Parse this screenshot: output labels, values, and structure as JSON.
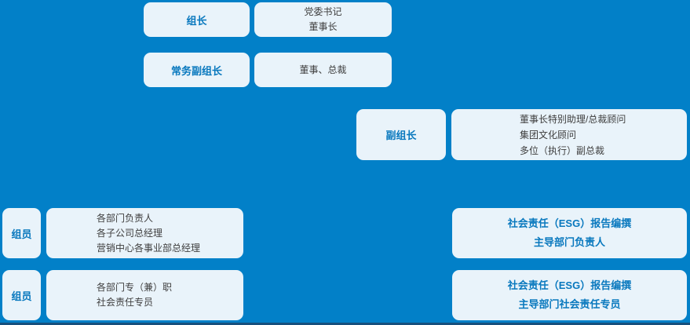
{
  "colors": {
    "background": "#0280C8",
    "box_fill": "#E9F3FA",
    "accent_text": "#0878BE",
    "body_text": "#3E3E3E",
    "bottom_edge_line": "#17507D"
  },
  "org_chart": {
    "leader": {
      "role": "组长",
      "holders": [
        "党委书记",
        "董事长"
      ]
    },
    "executive_deputy_leader": {
      "role": "常务副组长",
      "holders": [
        "董事、总裁"
      ]
    },
    "deputy_leader": {
      "role": "副组长",
      "holders": [
        "董事长特别助理/总裁顾问",
        "集团文化顾问",
        "多位（执行）副总裁"
      ]
    },
    "members_group_1": {
      "role": "组员",
      "holders": [
        "各部门负责人",
        "各子公司总经理",
        "营销中心各事业部总经理"
      ]
    },
    "members_group_2": {
      "role": "组员",
      "holders": [
        "各部门专（兼）职",
        "社会责任专员"
      ]
    },
    "esg_report_lead_department": {
      "lines": [
        "社会责任（ESG）报告编撰",
        "主导部门负责人"
      ]
    },
    "esg_report_specialist": {
      "lines": [
        "社会责任（ESG）报告编撰",
        "主导部门社会责任专员"
      ]
    }
  }
}
